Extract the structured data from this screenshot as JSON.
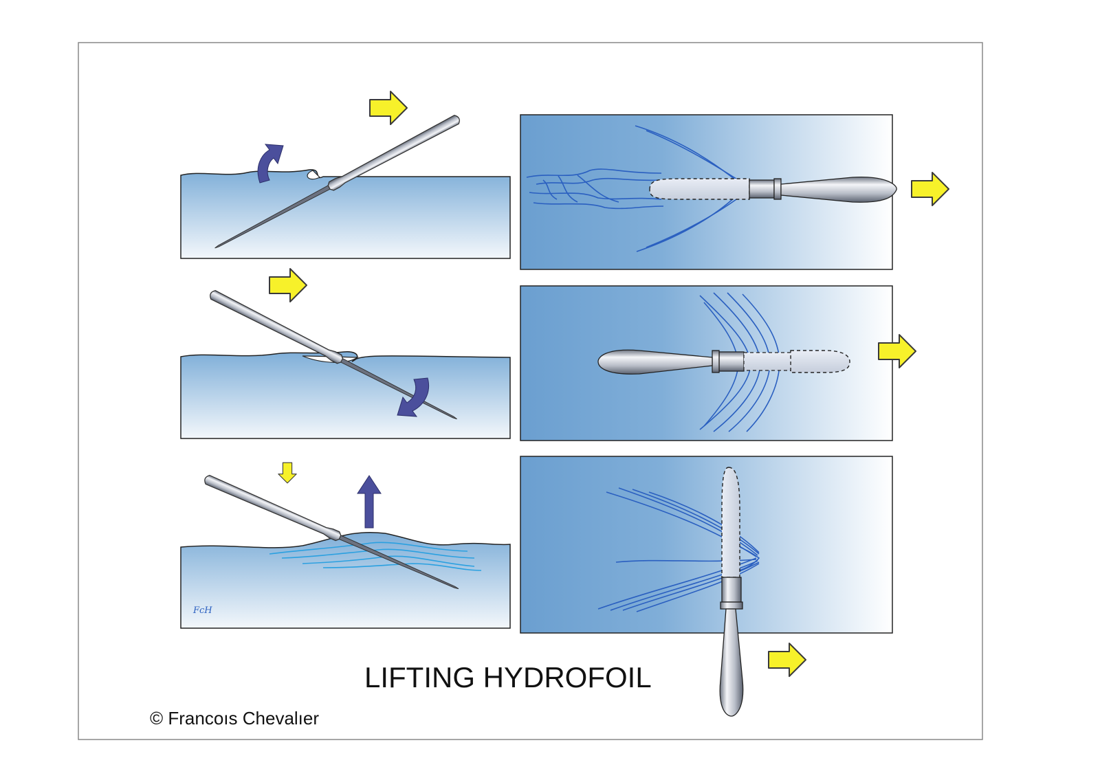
{
  "title": "LIFTING HYDROFOIL",
  "copyright": "© Francoıs Chevalıer",
  "signature": "FcH",
  "colors": {
    "water_dark": "#7eaed8",
    "water_light": "#f3f7fb",
    "flow_line": "#2a5fc0",
    "motion_arrow": "#f7f12a",
    "motion_arrow_stroke": "#3a3a3a",
    "force_arrow": "#4b4f9c",
    "metal_light": "#f4f5f8",
    "metal_dark": "#6f7684",
    "frame": "#888888"
  },
  "panels": [
    {
      "row": 1,
      "view": "side",
      "force": "up",
      "motion": "right"
    },
    {
      "row": 1,
      "view": "top",
      "motion": "right"
    },
    {
      "row": 2,
      "view": "side",
      "force": "down",
      "motion": "right"
    },
    {
      "row": 2,
      "view": "top",
      "motion": "right"
    },
    {
      "row": 3,
      "view": "side",
      "force": "up",
      "motion": "down"
    },
    {
      "row": 3,
      "view": "top",
      "motion": "right"
    }
  ]
}
